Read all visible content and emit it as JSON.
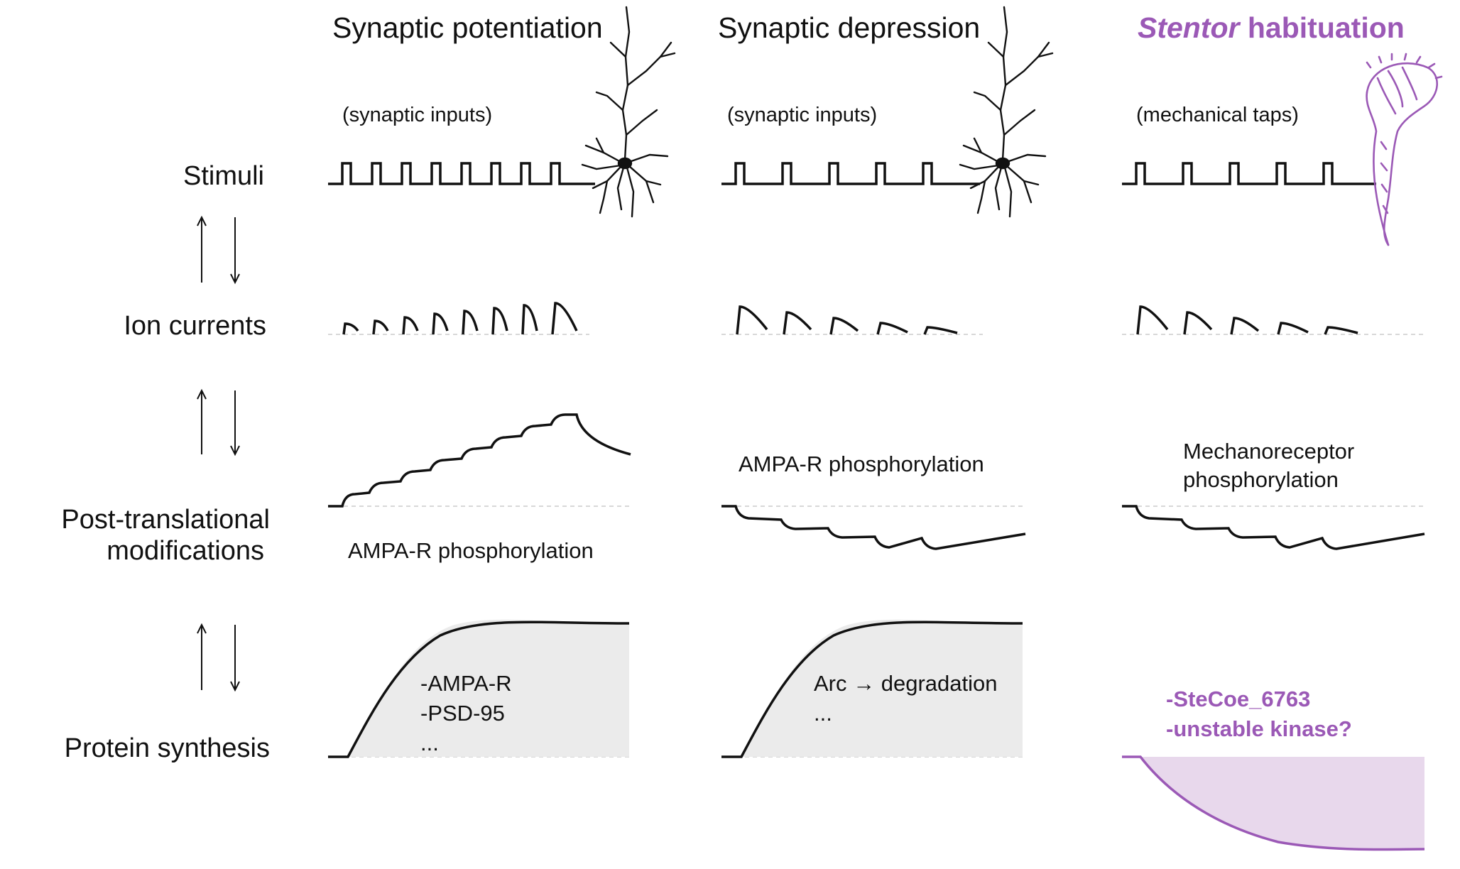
{
  "columns": {
    "potentiation": {
      "title": "Synaptic potentiation",
      "stimulus_label": "(synaptic inputs)",
      "modification_label": "AMPA-R phosphorylation",
      "synthesis_lines": [
        "-AMPA-R",
        "-PSD-95",
        "..."
      ]
    },
    "depression": {
      "title": "Synaptic depression",
      "stimulus_label": "(synaptic inputs)",
      "modification_label": "AMPA-R phosphorylation",
      "synthesis_lines": [
        "Arc → degradation",
        "..."
      ]
    },
    "stentor": {
      "title_italic": "Stentor",
      "title_rest": " habituation",
      "stimulus_label": "(mechanical taps)",
      "modification_lines": [
        "Mechanoreceptor",
        "phosphorylation"
      ],
      "synthesis_lines": [
        "-SteCoe_6763",
        "-unstable kinase?"
      ]
    }
  },
  "rows": {
    "stimuli": "Stimuli",
    "ion_currents": "Ion currents",
    "ptm_line1": "Post-translational",
    "ptm_line2": "modifications",
    "protein_synthesis": "Protein synthesis"
  },
  "colors": {
    "ink": "#111111",
    "accent": "#9b59b6",
    "accent_fill": "#e8d8ec",
    "gray_fill": "#ebebeb",
    "baseline": "#cccccc"
  },
  "icons": [
    "pyramidal-neuron-icon",
    "pyramidal-neuron-icon",
    "stentor-cell-icon",
    "up-arrow-icon",
    "down-arrow-icon"
  ]
}
